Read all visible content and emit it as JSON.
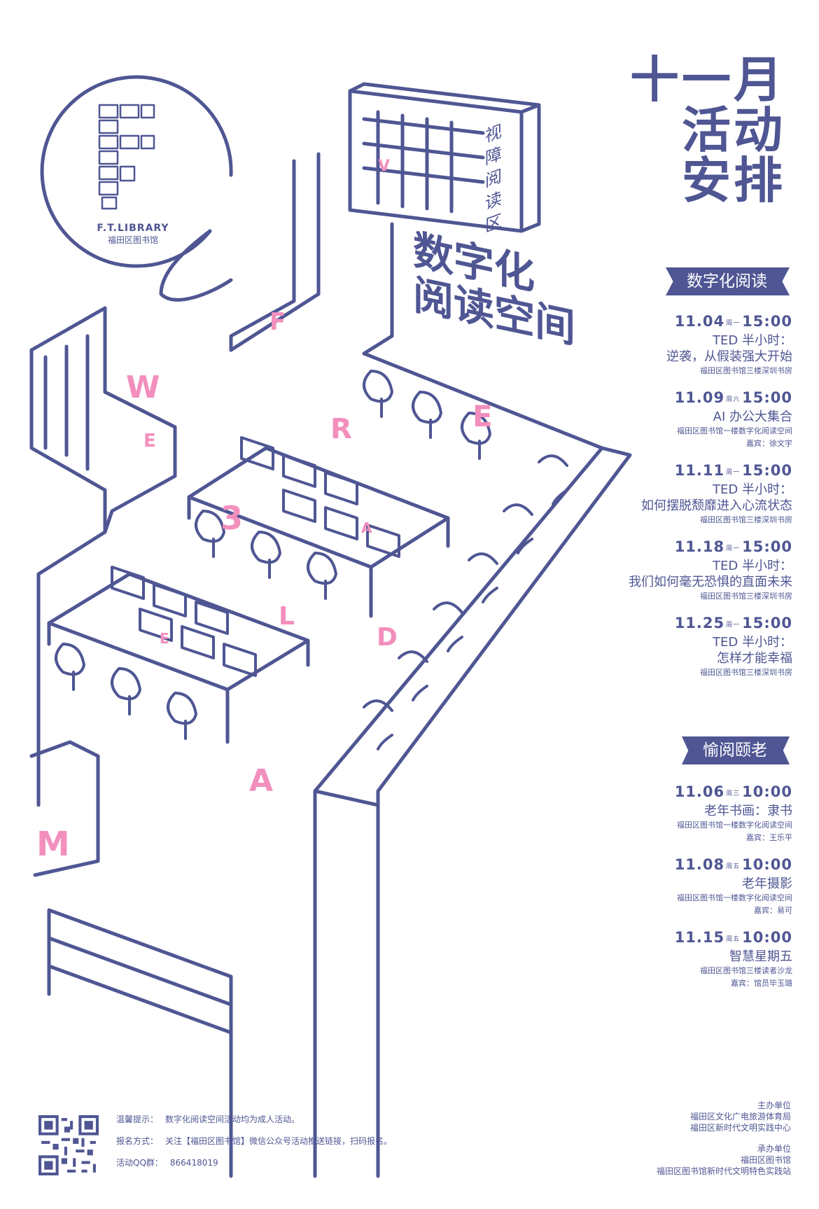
{
  "header": {
    "title_lines": [
      "十一月",
      "活动",
      "安排"
    ]
  },
  "logo": {
    "name_en": "F.T.LIBRARY",
    "name_cn": "福田区图书馆"
  },
  "illustration": {
    "space_title_line1": "数字化",
    "space_title_line2": "阅读空间",
    "sign_text": "视障阅读区",
    "letters": [
      "V",
      "F",
      "W",
      "E",
      "R",
      "E",
      "3",
      "A",
      "E",
      "L",
      "D",
      "A",
      "M"
    ]
  },
  "section1": {
    "label": "数字化阅读",
    "events": [
      {
        "date": "11.04",
        "weekday": "周一",
        "time": "15:00",
        "title_lines": [
          "TED 半小时：",
          "逆袭，从假装强大开始"
        ],
        "location": "福田区图书馆三楼深圳书房",
        "guest": ""
      },
      {
        "date": "11.09",
        "weekday": "周六",
        "time": "15:00",
        "title_lines": [
          "AI 办公大集合"
        ],
        "location": "福田区图书馆一楼数字化阅读空间",
        "guest": "嘉宾：徐文宇"
      },
      {
        "date": "11.11",
        "weekday": "周一",
        "time": "15:00",
        "title_lines": [
          "TED 半小时：",
          "如何摆脱颓靡进入心流状态"
        ],
        "location": "福田区图书馆三楼深圳书房",
        "guest": ""
      },
      {
        "date": "11.18",
        "weekday": "周一",
        "time": "15:00",
        "title_lines": [
          "TED 半小时：",
          "我们如何毫无恐惧的直面未来"
        ],
        "location": "福田区图书馆三楼深圳书房",
        "guest": ""
      },
      {
        "date": "11.25",
        "weekday": "周一",
        "time": "15:00",
        "title_lines": [
          "TED 半小时：",
          "怎样才能幸福"
        ],
        "location": "福田区图书馆三楼深圳书房",
        "guest": ""
      }
    ]
  },
  "section2": {
    "label": "愉阅颐老",
    "events": [
      {
        "date": "11.06",
        "weekday": "周三",
        "time": "10:00",
        "title_lines": [
          "老年书画：隶书"
        ],
        "location": "福田区图书馆一楼数字化阅读空间",
        "guest": "嘉宾：王乐平"
      },
      {
        "date": "11.08",
        "weekday": "周五",
        "time": "10:00",
        "title_lines": [
          "老年摄影"
        ],
        "location": "福田区图书馆一楼数字化阅读空间",
        "guest": "嘉宾：易可"
      },
      {
        "date": "11.15",
        "weekday": "周五",
        "time": "10:00",
        "title_lines": [
          "智慧星期五"
        ],
        "location": "福田区图书馆三楼读者沙龙",
        "guest": "嘉宾：馆员毕玉璐"
      }
    ]
  },
  "footer": {
    "tip_label": "温馨提示：",
    "tip_text": "数字化阅读空间活动均为成人活动。",
    "signup_label": "报名方式：",
    "signup_text": "关注【福田区图书馆】微信公众号活动推送链接，扫码报名。",
    "qq_label": "活动QQ群：",
    "qq_value": "866418019",
    "organizer_label": "主办单位",
    "organizers": [
      "福田区文化广电旅游体育局",
      "福田区新时代文明实践中心"
    ],
    "host_label": "承办单位",
    "hosts": [
      "福田区图书馆",
      "福田区图书馆新时代文明特色实践站"
    ]
  },
  "colors": {
    "primary": "#4f5693",
    "accent": "#f28fbd",
    "background": "#ffffff"
  }
}
